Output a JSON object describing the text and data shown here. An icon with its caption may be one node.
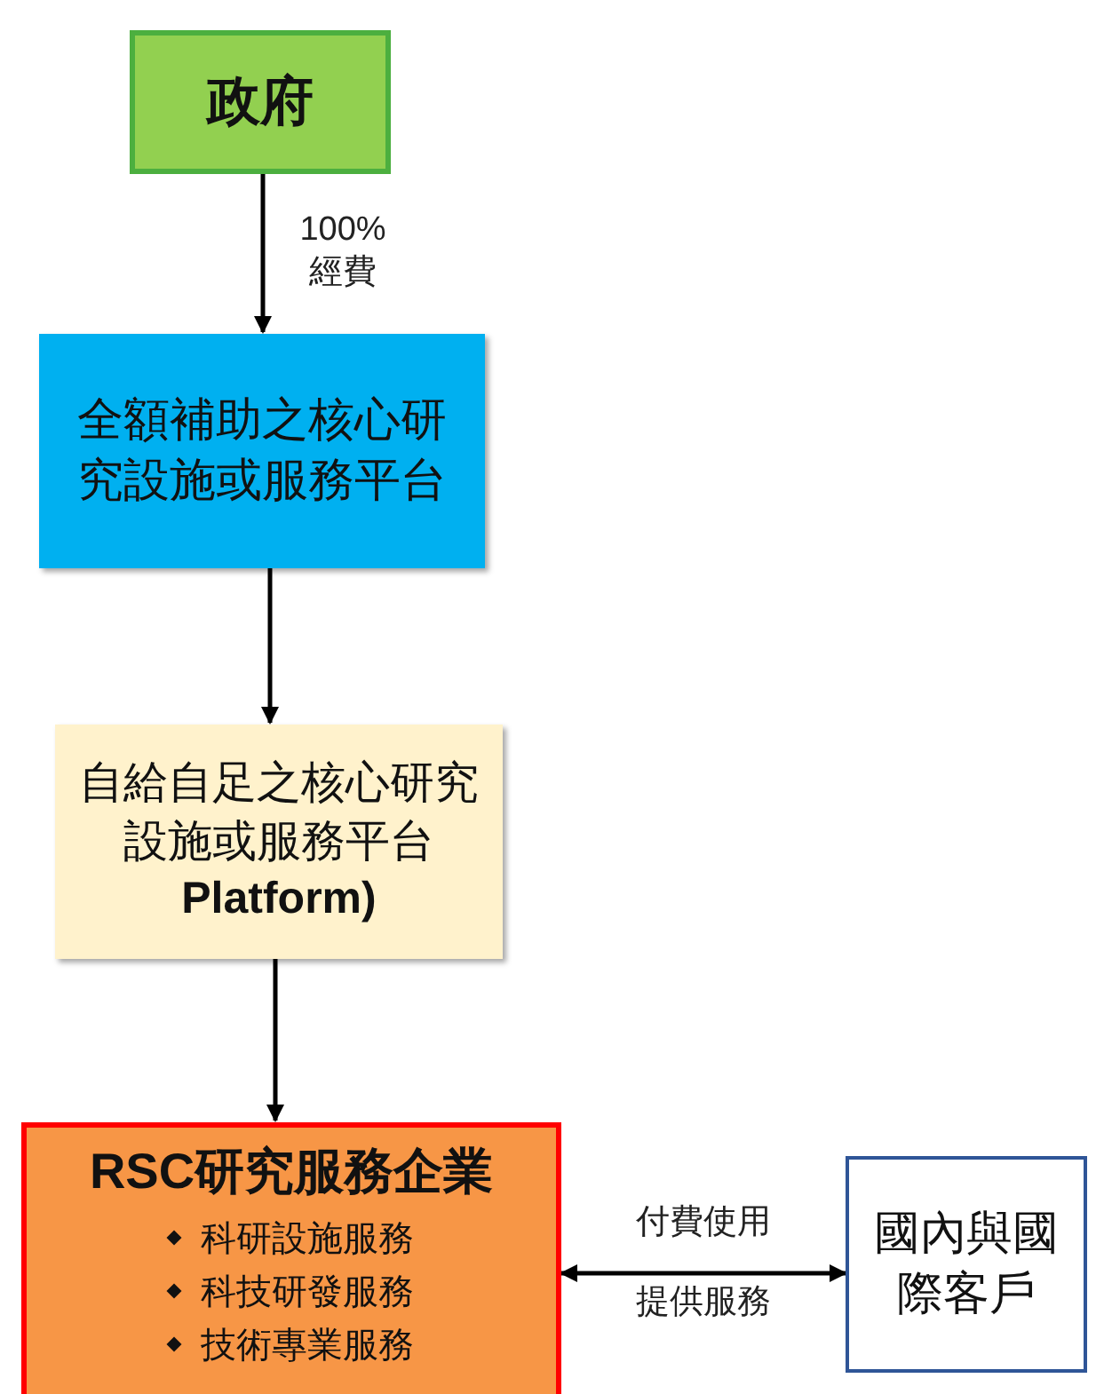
{
  "diagram": {
    "nodes": [
      {
        "text": [
          "政府"
        ]
      },
      {
        "text": [
          "全額補助之核心研究設施或服務平台"
        ]
      },
      {
        "text": [
          "自給自足之核心研究設施或服務平台**Platform)**"
        ]
      },
      {
        "text": [
          "RSC研究服務企業",
          "科研設施服務",
          "科技研發服務",
          "技術專業服務"
        ]
      },
      {
        "text": [
          "國內與國際客戶"
        ]
      }
    ],
    "edges": [
      {
        "from": 0,
        "to": 1,
        "arrow": "to",
        "label": "100% 經費"
      },
      {
        "from": 1,
        "to": 2,
        "arrow": "to"
      },
      {
        "from": 2,
        "to": 3,
        "arrow": "to"
      },
      {
        "from": 3,
        "to": 4,
        "arrow": "both",
        "label": "付費使用"
      }
    ],
    "labels": [
      "提供服務"
    ]
  }
}
